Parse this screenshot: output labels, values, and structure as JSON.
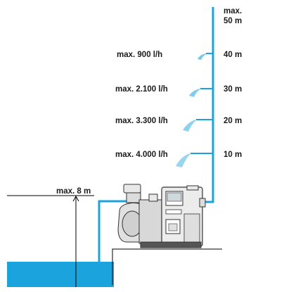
{
  "height_labels": [
    "max.",
    "50 m",
    "40 m",
    "30 m",
    "20 m",
    "10 m"
  ],
  "flow_labels": [
    "max. 900 l/h",
    "max. 2.100 l/h",
    "max. 3.300 l/h",
    "max. 4.000 l/h"
  ],
  "suction_label": "max. 8 m",
  "colors": {
    "pipe": "#1aa3dc",
    "water": "#1aa3dc",
    "line": "#000000",
    "pump_body": "#e8e8e8",
    "pump_dark": "#333333"
  }
}
